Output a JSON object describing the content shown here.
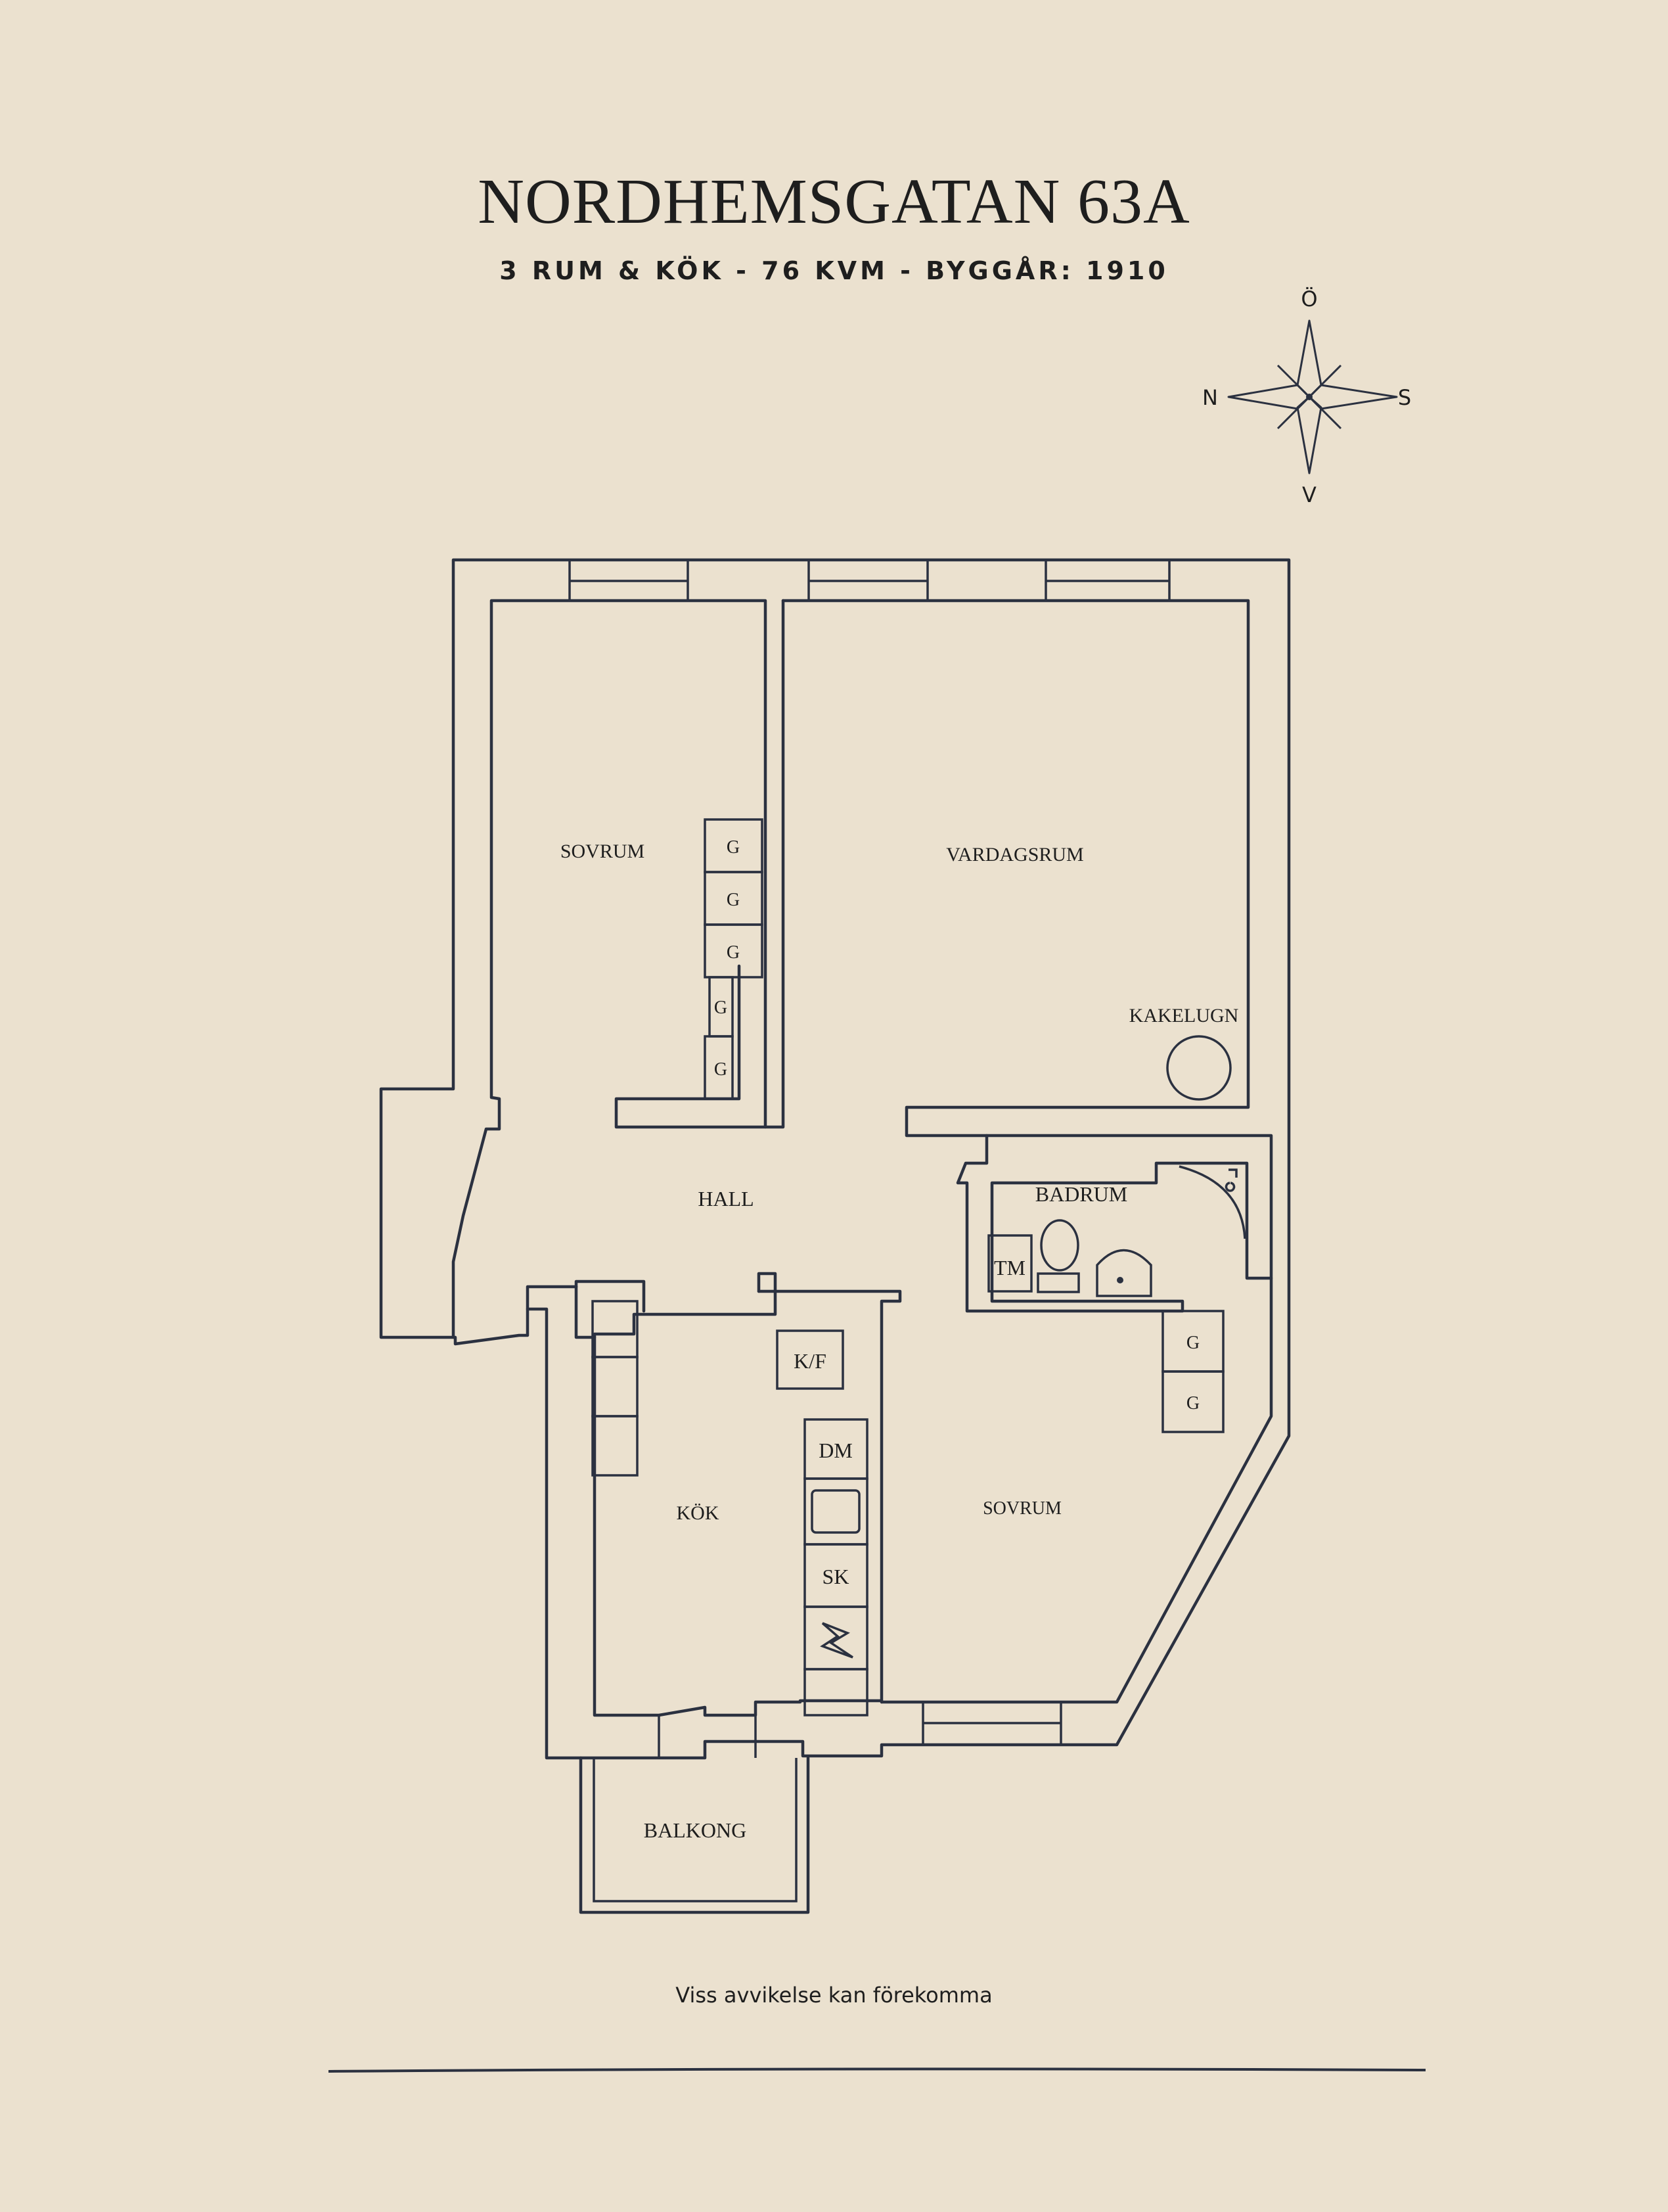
{
  "title": "NORDHEMSGATAN 63A",
  "subtitle": "3 RUM & KÖK  -  76 KVM  -  BYGGÅR: 1910",
  "disclaimer": "Viss avvikelse kan förekomma",
  "compass": {
    "north": "N",
    "south": "S",
    "east": "Ö",
    "west": "V"
  },
  "rooms": {
    "sovrum_1": "SOVRUM",
    "vardagsrum": "VARDAGSRUM",
    "kakelugn": "KAKELUGN",
    "hall": "HALL",
    "badrum": "BADRUM",
    "kok": "KÖK",
    "sovrum_2": "SOVRUM",
    "balkong": "BALKONG"
  },
  "fixtures": {
    "wardrobe": "G",
    "tm": "TM",
    "kf": "K/F",
    "dm": "DM",
    "sk": "SK"
  },
  "colors": {
    "background": "#ebe1cf",
    "ink": "#2b3140",
    "text": "#1e1e1e"
  }
}
